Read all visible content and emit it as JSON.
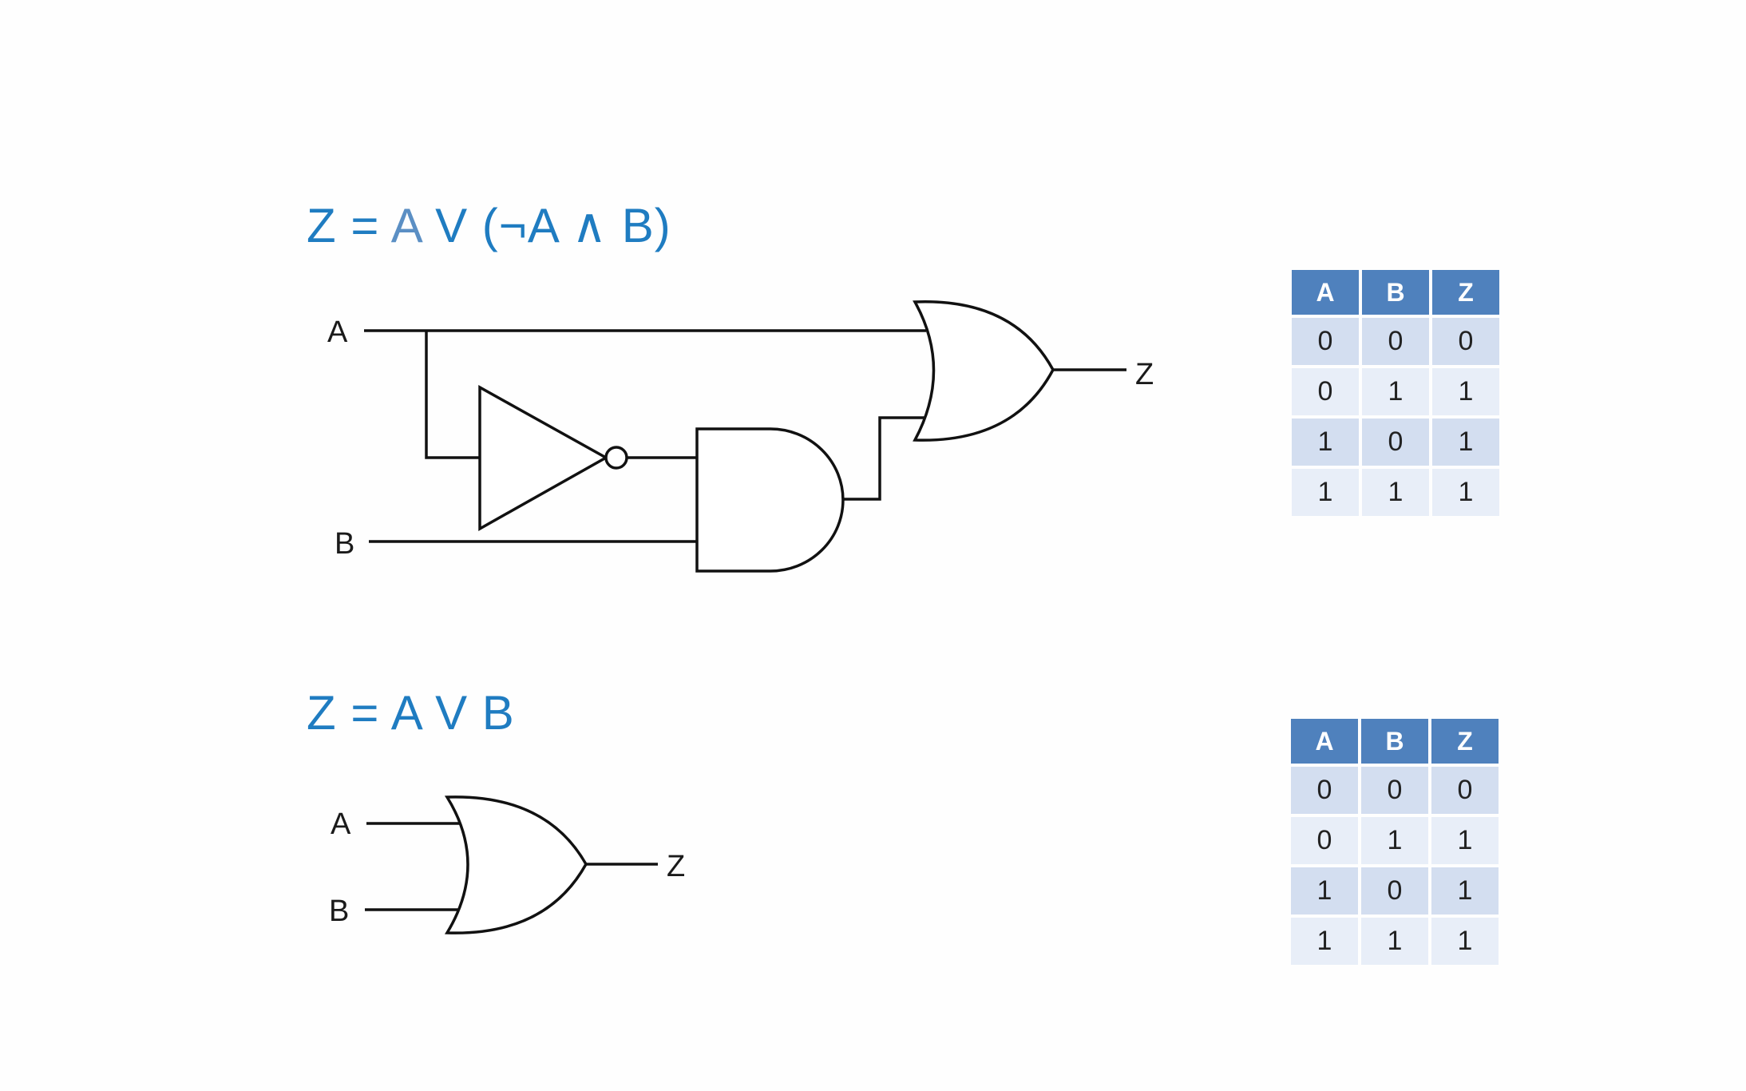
{
  "equation1": {
    "prefix": "Z = ",
    "highlight": "A",
    "rest": " V (¬A ∧ B)"
  },
  "equation2": {
    "text": "Z = A V B"
  },
  "circuit1": {
    "label_a": "A",
    "label_b": "B",
    "label_z": "Z"
  },
  "circuit2": {
    "label_a": "A",
    "label_b": "B",
    "label_z": "Z"
  },
  "truth_table_1": {
    "headers": [
      "A",
      "B",
      "Z"
    ],
    "rows": [
      [
        "0",
        "0",
        "0"
      ],
      [
        "0",
        "1",
        "1"
      ],
      [
        "1",
        "0",
        "1"
      ],
      [
        "1",
        "1",
        "1"
      ]
    ]
  },
  "truth_table_2": {
    "headers": [
      "A",
      "B",
      "Z"
    ],
    "rows": [
      [
        "0",
        "0",
        "0"
      ],
      [
        "0",
        "1",
        "1"
      ],
      [
        "1",
        "0",
        "1"
      ],
      [
        "1",
        "1",
        "1"
      ]
    ]
  },
  "colors": {
    "equation": "#1f7cc1",
    "table_header": "#4f81bd",
    "table_cell": "#d0dbef"
  }
}
